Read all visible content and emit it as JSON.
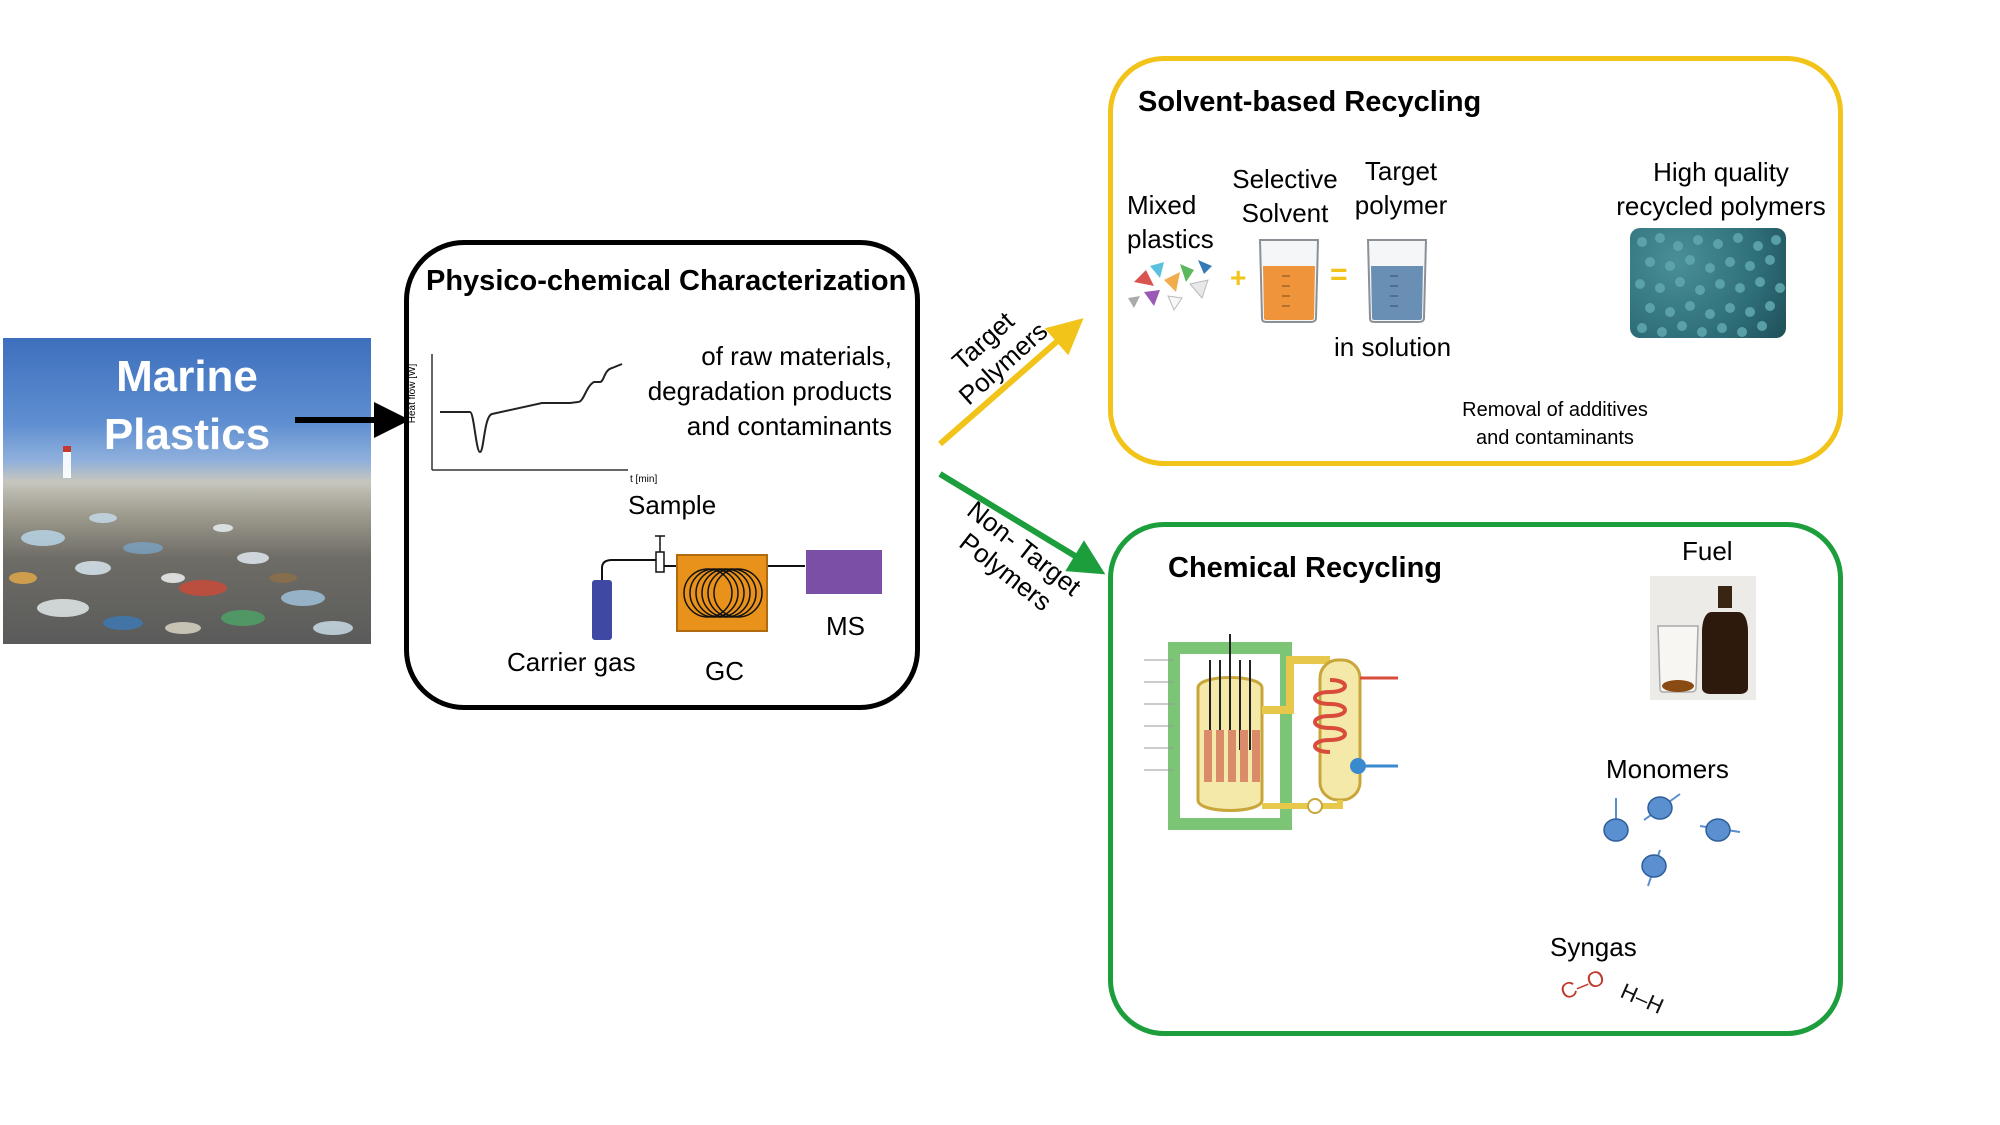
{
  "colors": {
    "solvent": "#f2c319",
    "chemical": "#1d9e3c",
    "black_box": "#000000",
    "ms": "#7b4fa5",
    "gc": "#e8921b",
    "carrier": "#3f48a3",
    "monomer": "#5a8fd0",
    "ocean": "#3f6fb8"
  },
  "marine": {
    "line1": "Marine",
    "line2": "Plastics"
  },
  "characterization": {
    "title": "Physico-chemical Characterization",
    "desc_line1": "of raw materials,",
    "desc_line2": "degradation products",
    "desc_line3": "and contaminants",
    "plot_ylabel": "Heat flow [W]",
    "plot_xlabel": "t [min]",
    "sample": "Sample",
    "carrier_gas": "Carrier gas",
    "gc": "GC",
    "ms": "MS"
  },
  "arrows": {
    "target": "Target Polymers",
    "nontarget": "Non- Target Polymers"
  },
  "solvent": {
    "title": "Solvent-based Recycling",
    "mixed_line1": "Mixed",
    "mixed_line2": "plastics",
    "selective_line1": "Selective",
    "selective_line2": "Solvent",
    "target_line1": "Target",
    "target_line2": "polymer",
    "in_solution": "in solution",
    "plus": "+",
    "equals": "=",
    "hq_line1": "High quality",
    "hq_line2": "recycled polymers",
    "removal_line1": "Removal of additives",
    "removal_line2": "and contaminants"
  },
  "chemical": {
    "title": "Chemical Recycling",
    "fuel": "Fuel",
    "monomers": "Monomers",
    "syngas": "Syngas",
    "co": "C–O",
    "hh": "H–H"
  }
}
